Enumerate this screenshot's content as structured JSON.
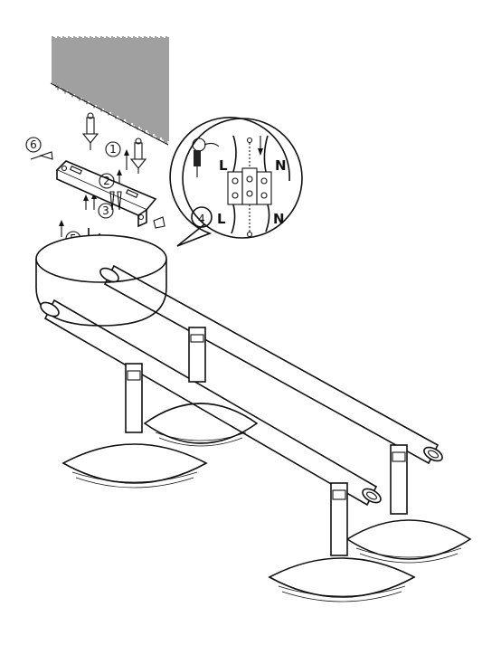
{
  "steps": [
    {
      "id": "step-1",
      "label": "1"
    },
    {
      "id": "step-2",
      "label": "2"
    },
    {
      "id": "step-3",
      "label": "3"
    },
    {
      "id": "step-4",
      "label": "4"
    },
    {
      "id": "step-5",
      "label": "5"
    },
    {
      "id": "step-6",
      "label": "6"
    }
  ],
  "wiring": {
    "live_top": "L",
    "neutral_top": "N",
    "live_bottom": "L",
    "neutral_bottom": "N"
  }
}
